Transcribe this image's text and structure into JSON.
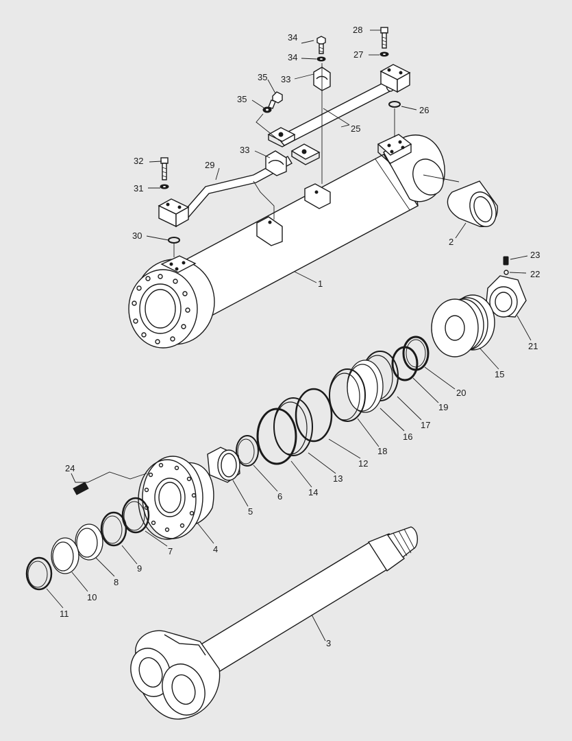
{
  "diagram": {
    "type": "exploded-parts-view",
    "background": "#e9e9e9",
    "line_color": "#1a1a1a",
    "callouts": [
      "1",
      "2",
      "3",
      "4",
      "5",
      "6",
      "7",
      "8",
      "9",
      "10",
      "11",
      "12",
      "13",
      "14",
      "15",
      "16",
      "17",
      "18",
      "19",
      "20",
      "21",
      "22",
      "23",
      "24",
      "25",
      "26",
      "27",
      "28",
      "29",
      "30",
      "31",
      "32",
      "33",
      "33",
      "34",
      "34",
      "35",
      "35"
    ]
  }
}
